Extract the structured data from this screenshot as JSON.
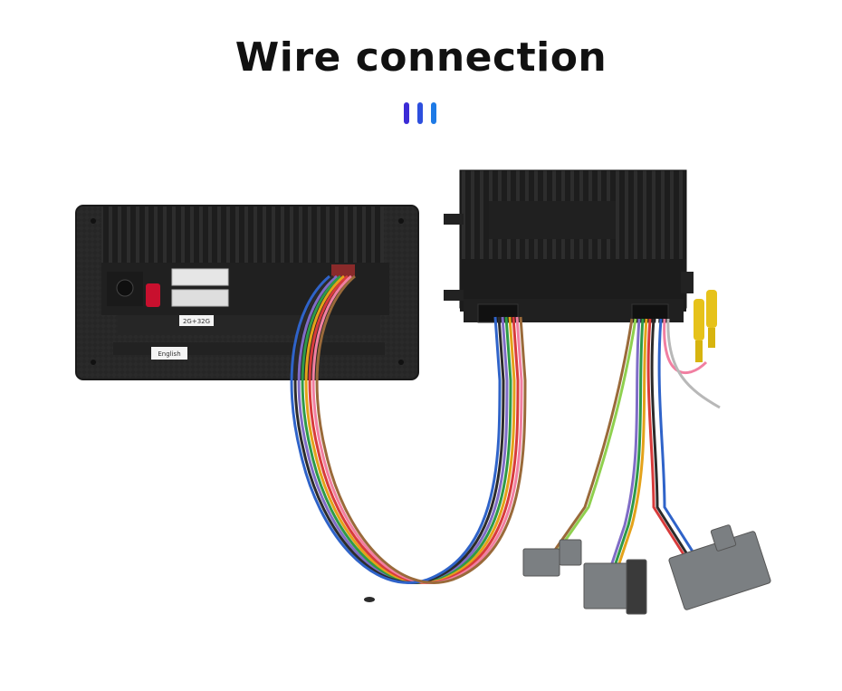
{
  "header": {
    "title": "Wire connection",
    "accent_gradient": [
      "#3b2bd6",
      "#1e7ae6"
    ]
  },
  "product": {
    "radio_labels": {
      "model": "2G+32G",
      "language": "English"
    },
    "wire_colors": [
      "#7f6cc6",
      "#2e9a48",
      "#e4a21a",
      "#d83b3b",
      "#2b2b2b",
      "#ffffff",
      "#2f63c9",
      "#9a6a3a",
      "#8fd04f",
      "#f17fa1",
      "#b8b8b8"
    ],
    "body_color": "#232323",
    "connector_color": "#7b7f82"
  }
}
